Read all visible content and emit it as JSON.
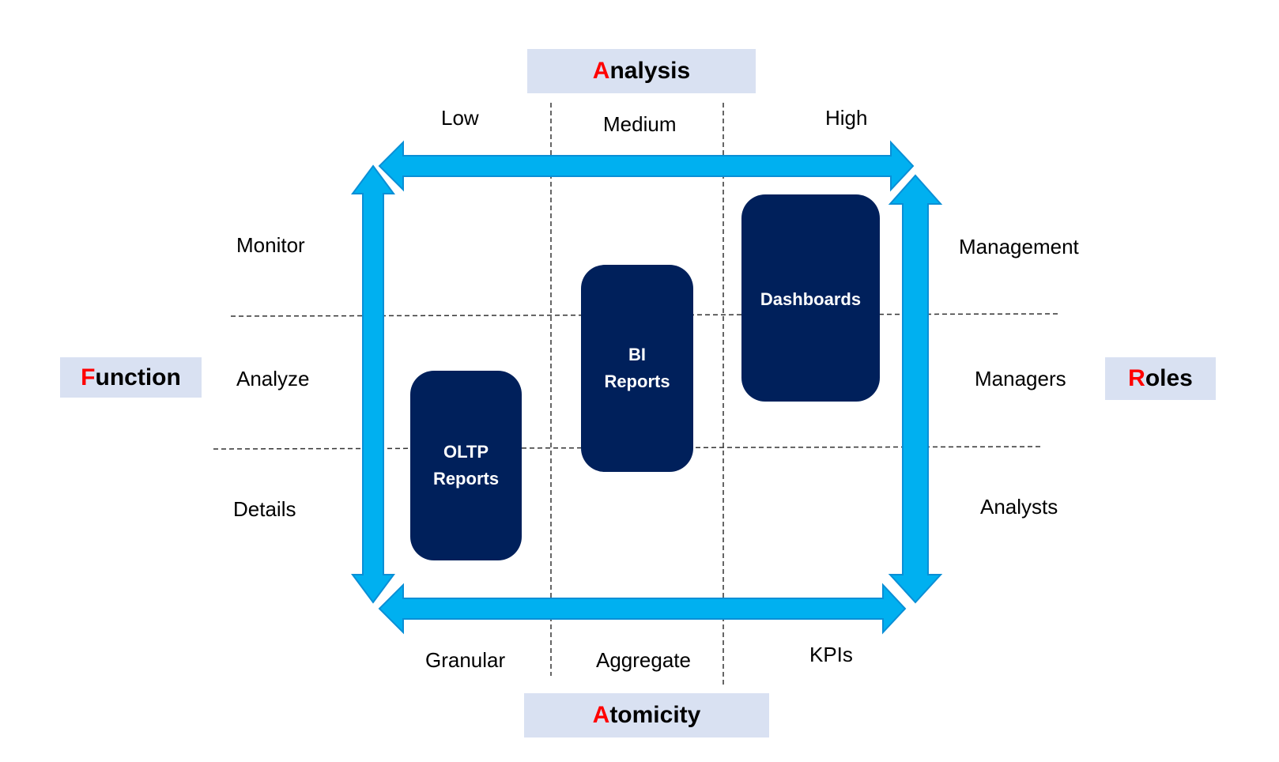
{
  "axes": {
    "top": {
      "first": "A",
      "rest": "nalysis"
    },
    "bottom": {
      "first": "A",
      "rest": "tomicity"
    },
    "left": {
      "first": "F",
      "rest": "unction"
    },
    "right": {
      "first": "R",
      "rest": "oles"
    }
  },
  "analysis_levels": [
    "Low",
    "Medium",
    "High"
  ],
  "atomicity_levels": [
    "Granular",
    "Aggregate",
    "KPIs"
  ],
  "function_levels": [
    "Monitor",
    "Analyze",
    "Details"
  ],
  "role_levels": [
    "Management",
    "Managers",
    "Analysts"
  ],
  "blocks": {
    "oltp": [
      "OLTP",
      "Reports"
    ],
    "bi": [
      "BI",
      "Reports"
    ],
    "dashboards": [
      "Dashboards"
    ]
  },
  "colors": {
    "arrow": "#00b0f0",
    "arrow_dark": "#0a8fd6",
    "block": "#00205b",
    "axis_box": "#d9e1f2",
    "accent_letter": "#ff0000"
  }
}
